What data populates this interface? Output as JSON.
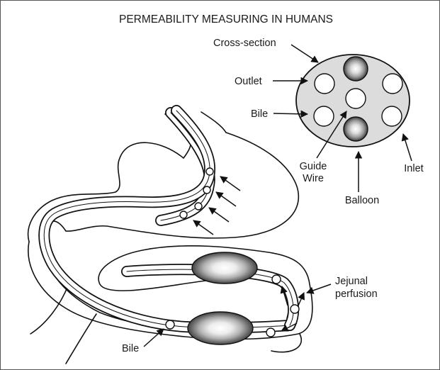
{
  "title": "PERMEABILITY MEASURING IN HUMANS",
  "labels": {
    "cross_section": "Cross-section",
    "outlet": "Outlet",
    "bile_top": "Bile",
    "guide_wire_line1": "Guide",
    "guide_wire_line2": "Wire",
    "balloon": "Balloon",
    "inlet": "Inlet",
    "jejunal_line1": "Jejunal",
    "jejunal_line2": "perfusion",
    "bile_bottom": "Bile"
  },
  "colors": {
    "cross_section_fill": "#dcdcdc",
    "balloon_dark": "#555555",
    "balloon_light": "#ffffff",
    "ink": "#111111"
  }
}
